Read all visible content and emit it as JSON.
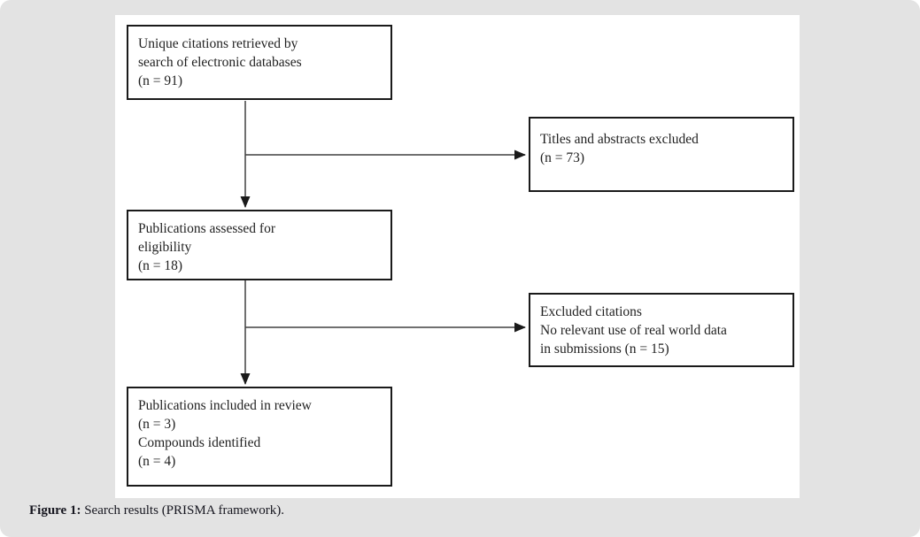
{
  "figure": {
    "caption": {
      "label": "Figure 1:",
      "text": " Search results (PRISMA framework)."
    }
  },
  "flowchart": {
    "boxes": [
      {
        "name": "unique-citations-retrieved",
        "lines": [
          "Unique citations retrieved by",
          "search of electronic databases",
          "(n = 91)"
        ]
      },
      {
        "name": "titles-abstracts-excluded",
        "lines": [
          "Titles and abstracts excluded",
          "(n = 73)"
        ]
      },
      {
        "name": "publications-assessed",
        "lines": [
          "Publications assessed for",
          "eligibility",
          "(n = 18)"
        ]
      },
      {
        "name": "excluded-citations",
        "lines": [
          "Excluded citations",
          "No relevant use of real world data",
          "in submissions (n = 15)"
        ]
      },
      {
        "name": "publications-included",
        "lines": [
          "Publications included in review",
          "(n = 3)",
          "Compounds identified",
          "(n = 4)"
        ]
      }
    ],
    "arrows": [
      {
        "from": "unique-citations-retrieved",
        "to": "publications-assessed"
      },
      {
        "from": "unique-citations-retrieved",
        "to": "titles-abstracts-excluded"
      },
      {
        "from": "publications-assessed",
        "to": "publications-included"
      },
      {
        "from": "publications-assessed",
        "to": "excluded-citations"
      }
    ],
    "counts": {
      "retrieved": 91,
      "titles_abstracts_excluded": 73,
      "assessed_for_eligibility": 18,
      "excluded_no_relevant_real_world_data": 15,
      "included_in_review": 3,
      "compounds_identified": 4
    },
    "colors": {
      "page_bg": "#e3e3e3",
      "panel_bg": "#ffffff",
      "box_border": "#1a1a1a",
      "arrow": "#404040",
      "text": "#1f1f1f"
    }
  }
}
